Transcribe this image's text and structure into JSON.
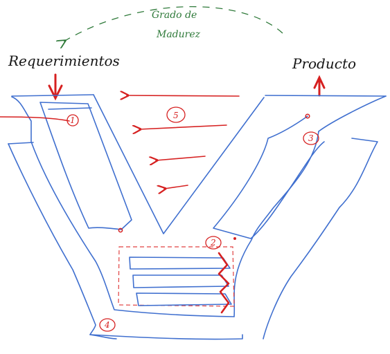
{
  "labels": {
    "maturity_line1": "Grado de",
    "maturity_line2": "Madurez",
    "requirements": "Requerimientos",
    "product": "Producto"
  },
  "markers": {
    "m1": "1",
    "m2": "2",
    "m3": "3",
    "m4": "4",
    "m5": "5"
  },
  "colors": {
    "structure": "#3f6fcf",
    "flow": "#d62020",
    "maturity": "#2f7a3a",
    "text": "#151515"
  }
}
